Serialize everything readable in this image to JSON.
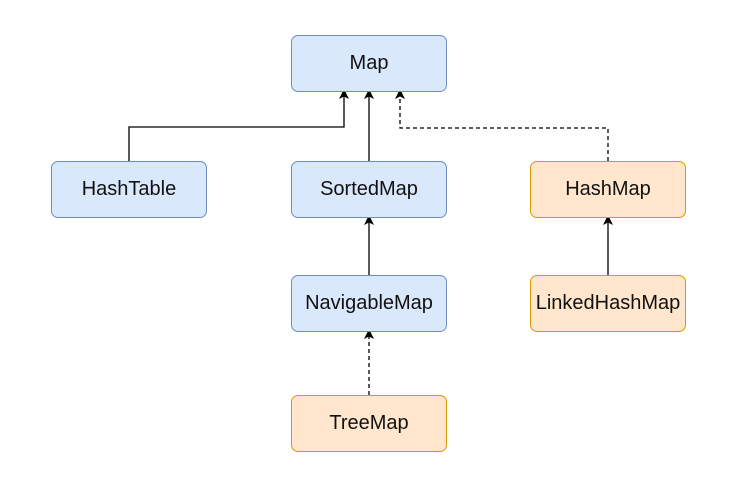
{
  "diagram": {
    "nodes": {
      "map": "Map",
      "hashtable": "HashTable",
      "sortedmap": "SortedMap",
      "hashmap": "HashMap",
      "navigablemap": "NavigableMap",
      "linkedhashmap": "LinkedHashMap",
      "treemap": "TreeMap"
    },
    "edges": [
      {
        "from": "HashTable",
        "to": "Map",
        "style": "solid"
      },
      {
        "from": "SortedMap",
        "to": "Map",
        "style": "solid"
      },
      {
        "from": "HashMap",
        "to": "Map",
        "style": "dashed"
      },
      {
        "from": "NavigableMap",
        "to": "SortedMap",
        "style": "solid"
      },
      {
        "from": "LinkedHashMap",
        "to": "HashMap",
        "style": "solid"
      },
      {
        "from": "TreeMap",
        "to": "NavigableMap",
        "style": "dashed"
      }
    ],
    "colors": {
      "interface_fill": "#dae8fc",
      "interface_stroke": "#6c8ebf",
      "class_fill": "#ffe6cc",
      "class_stroke": "#d79b00",
      "connector": "#000000"
    }
  }
}
